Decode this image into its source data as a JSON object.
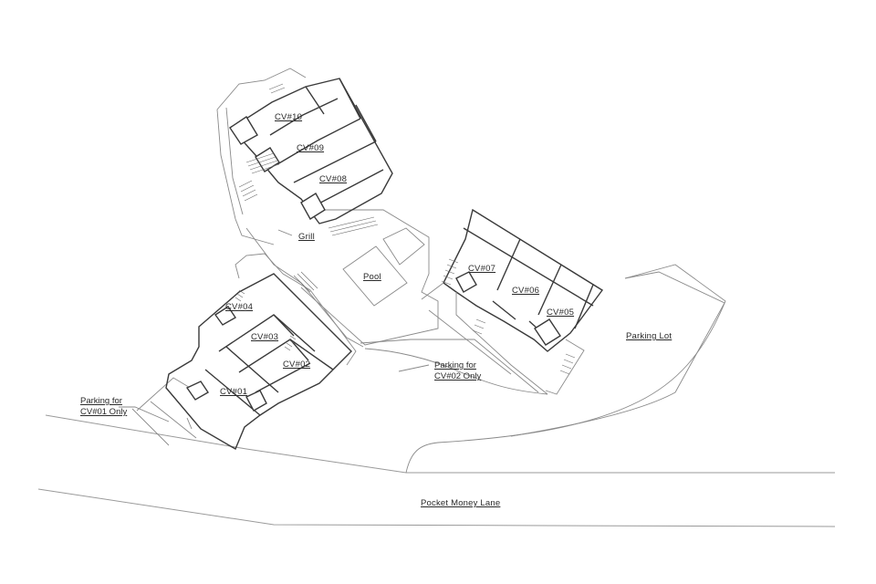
{
  "diagram": {
    "type": "site plan",
    "units": [
      {
        "id": "cv10",
        "label": "CV#10"
      },
      {
        "id": "cv09",
        "label": "CV#09"
      },
      {
        "id": "cv08",
        "label": "CV#08"
      },
      {
        "id": "cv07",
        "label": "CV#07"
      },
      {
        "id": "cv06",
        "label": "CV#06"
      },
      {
        "id": "cv05",
        "label": "CV#05"
      },
      {
        "id": "cv04",
        "label": "CV#04"
      },
      {
        "id": "cv03",
        "label": "CV#03"
      },
      {
        "id": "cv02",
        "label": "CV#02"
      },
      {
        "id": "cv01",
        "label": "CV#01"
      }
    ],
    "amenities": {
      "grill": "Grill",
      "pool": "Pool",
      "parking_lot": "Parking Lot"
    },
    "parking_notes": {
      "cv01": {
        "line1": "Parking for",
        "line2": "CV#01 Only"
      },
      "cv02": {
        "line1": "Parking for",
        "line2": "CV#02 Only"
      }
    },
    "road": "Pocket Money Lane",
    "colors": {
      "background": "#ffffff",
      "linework": "#3a3a3a",
      "site_lines": "#8a8a8a"
    }
  }
}
